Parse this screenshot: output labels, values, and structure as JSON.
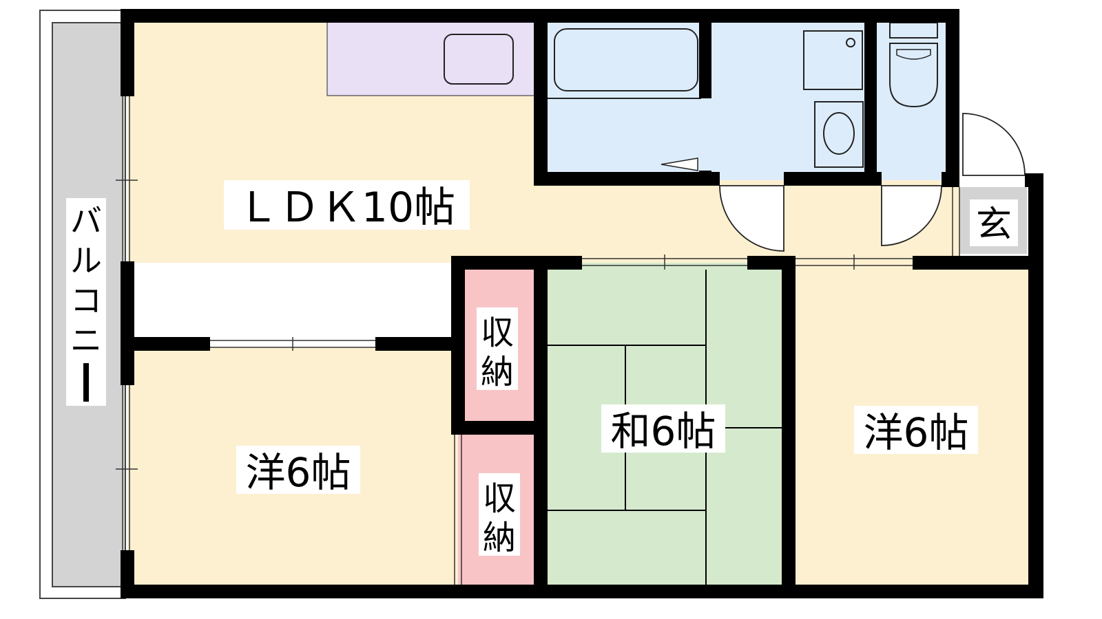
{
  "floorplan": {
    "rooms": {
      "ldk": "ＬＤＫ10帖",
      "western_left": "洋6帖",
      "japanese": "和6帖",
      "western_right": "洋6帖",
      "storage_upper": [
        "収",
        "納"
      ],
      "storage_lower": [
        "収",
        "納"
      ],
      "entrance": "玄",
      "balcony": [
        "バ",
        "ル",
        "コ",
        "ニ",
        "ー"
      ]
    },
    "colors": {
      "wall": "#000000",
      "living_floor": "#fdf0d0",
      "kitchen": "#e9e0f6",
      "wet_area": "#dcecfb",
      "tatami": "#d5eacd",
      "storage": "#f9c4c6",
      "balcony": "#d3d3d3",
      "entrance": "#d3d3d3"
    }
  }
}
